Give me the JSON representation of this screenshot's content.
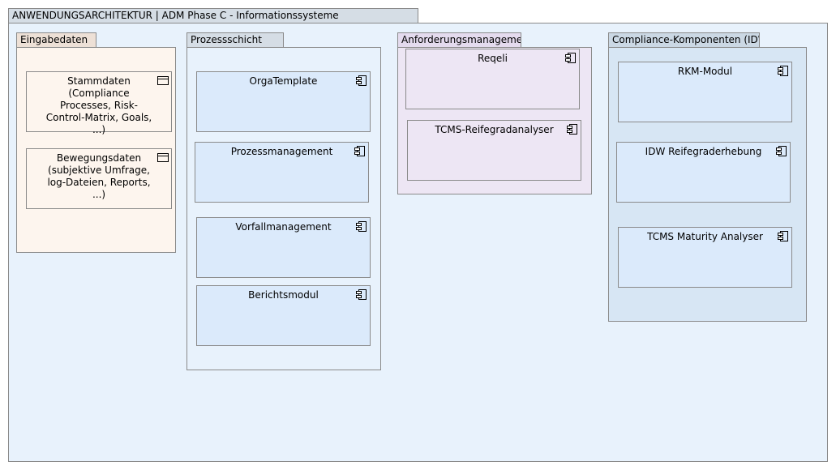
{
  "diagram": {
    "title": "ANWENDUNGSARCHITEKTUR | ADM Phase C - Informationssysteme",
    "groups": {
      "eingabedaten": {
        "label": "Eingabedaten",
        "items": [
          "Stammdaten (Compliance Processes, Risk-Control-Matrix, Goals, ...)",
          "Bewegungsdaten (subjektive Umfrage, log-Dateien, Reports, ...)"
        ]
      },
      "prozessschicht": {
        "label": "Prozessschicht",
        "items": [
          "OrgaTemplate",
          "Prozessmanagement",
          "Vorfallmanagement",
          "Berichtsmodul"
        ]
      },
      "anforderungsmanagement": {
        "label": "Anforderungsmanagement",
        "items": [
          "Reqeli",
          "TCMS-Reifegradanalyser"
        ]
      },
      "compliance": {
        "label": "Compliance-Komponenten (IDW)",
        "items": [
          "RKM-Modul",
          "IDW Reifegraderhebung",
          "TCMS Maturity Analyser"
        ]
      }
    },
    "colors": {
      "outer_fill": "#e8f2fc",
      "outer_tab": "#d5dde5",
      "eingabe_fill": "#fdf5ee",
      "eingabe_tab": "#ede0d6",
      "prozess_tab": "#d5dde5",
      "app_fill": "#dbeafb",
      "anf_fill": "#ede6f4",
      "anf_tab": "#e4dbee",
      "comp_fill": "#d7e6f4",
      "comp_tab": "#cbd8e4",
      "border": "#8a8a8a"
    },
    "icons": {
      "component": "component-icon",
      "data_object": "data-object-icon"
    }
  }
}
